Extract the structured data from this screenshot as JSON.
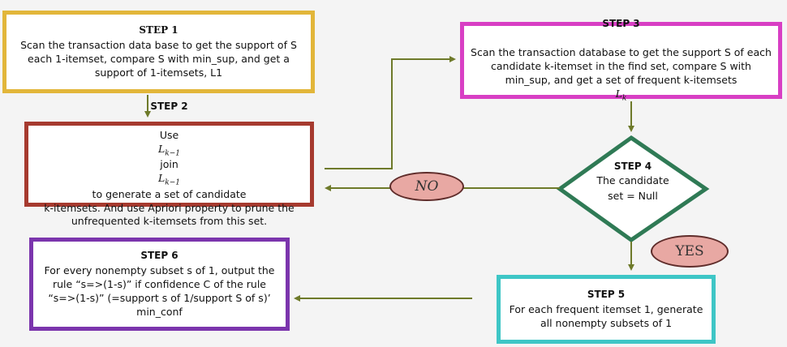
{
  "steps": {
    "step1": {
      "title": "STEP 1",
      "body": "Scan the transaction data base to get the support of S each 1-itemset, compare S with min_sup, and get a support of 1-itemsets, L1",
      "border_color": "#e2b63a"
    },
    "step2": {
      "title": "STEP 2",
      "line1_prefix": "Use",
      "math1": "L",
      "math1_sub": "k−1",
      "line1_join": "join",
      "math2": "L",
      "math2_sub": "k−1",
      "line1_suffix": "to generate a set of candidate",
      "body_rest": "k-itemsets. And use Apriori property to prune the unfrequented k-itemsets from this set.",
      "border_color": "#a63a2f"
    },
    "step3": {
      "title": "STEP 3",
      "body": "Scan the transaction database to get the support S of each candidate k-itemset in the find set, compare S with min_sup, and get a set of frequent k-itemsets",
      "math": "L",
      "math_sub": "k",
      "border_color": "#d83fc4"
    },
    "step4": {
      "title": "STEP 4",
      "body": "The candidate set = Null",
      "border_color": "#2f7a55"
    },
    "step5": {
      "title": "STEP 5",
      "body": "For each frequent itemset 1, generate all nonempty subsets of 1",
      "border_color": "#3ec6c6"
    },
    "step6": {
      "title": "STEP 6",
      "body": "For every nonempty subset s of 1, output the rule “s=>(1-s)” if confidence C of the rule “s=>(1-s)” (=support s of 1/support S of s)’ min_conf",
      "border_color": "#7b35ad"
    }
  },
  "labels": {
    "no": "NO",
    "yes": "YES"
  },
  "colors": {
    "arrow": "#6e7a2a",
    "oval_fill": "#e8a8a3",
    "oval_border": "#5f2c2a",
    "background": "#f4f4f4"
  }
}
